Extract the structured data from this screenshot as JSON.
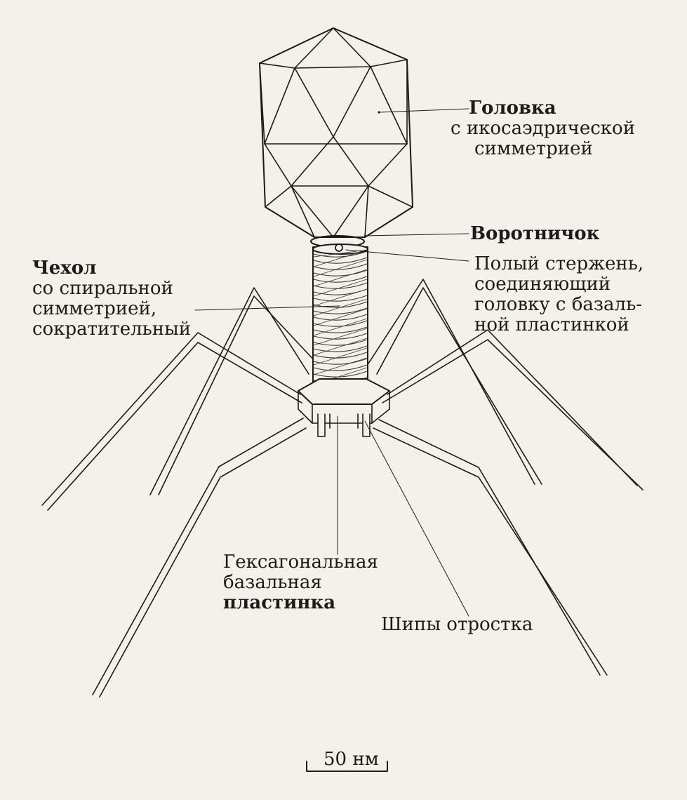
{
  "labels": {
    "head_title": "Головка",
    "head_line1": "с икосаэдрической",
    "head_line2": "симметрией",
    "collar": "Воротничок",
    "core_line1": "Полый стержень,",
    "core_line2": "соединяющий",
    "core_line3": "головку с базаль-",
    "core_line4": "ной пластинкой",
    "sheath_title": "Чехол",
    "sheath_line1": "со спиральной",
    "sheath_line2": "симметрией,",
    "sheath_line3": "сократительный",
    "plate_line1": "Гексагональная",
    "plate_line2": "базальная",
    "plate_line3": "пластинка",
    "spikes": "Шипы отростка",
    "scale": "50 нм"
  },
  "colors": {
    "ink": "#1d1b19",
    "paper": "#f4f1ea"
  }
}
